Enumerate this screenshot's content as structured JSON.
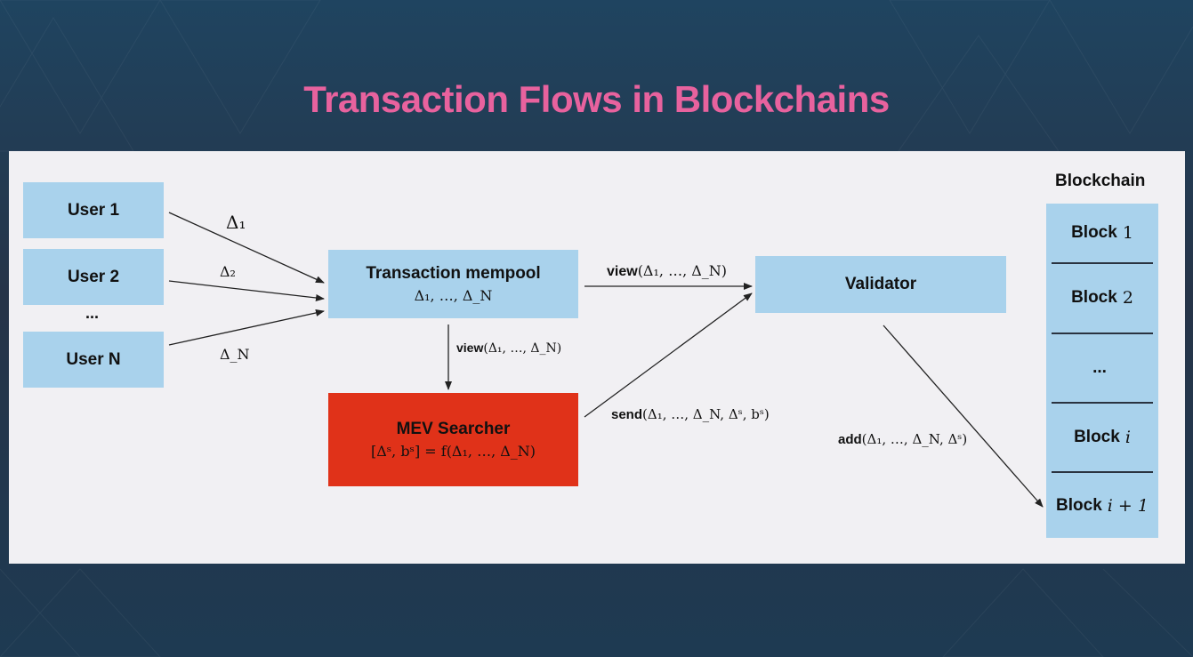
{
  "title": "Transaction Flows in Blockchains",
  "users": [
    {
      "label": "User 1",
      "delta": "Δ₁"
    },
    {
      "label": "User 2",
      "delta": "Δ₂"
    },
    {
      "label": "User N",
      "delta": "Δ_N"
    }
  ],
  "users_ellipsis": "...",
  "mempool": {
    "title": "Transaction mempool",
    "formula": "Δ₁, …, Δ_N"
  },
  "searcher": {
    "title": "MEV Searcher",
    "formula": "[Δˢ, bˢ] = f(Δ₁, …, Δ_N)"
  },
  "validator": {
    "title": "Validator"
  },
  "edges": {
    "mempool_to_validator": {
      "fn": "view",
      "args": "(Δ₁, …, Δ_N)"
    },
    "mempool_to_searcher": {
      "fn": "view",
      "args": "(Δ₁, …, Δ_N)"
    },
    "searcher_to_validator": {
      "fn": "send",
      "args": "(Δ₁, …, Δ_N, Δˢ, bˢ)"
    },
    "validator_to_chain": {
      "fn": "add",
      "args": "(Δ₁, …, Δ_N, Δˢ)"
    }
  },
  "blockchain": {
    "heading": "Blockchain",
    "blocks": [
      {
        "word": "Block",
        "index": "1"
      },
      {
        "word": "Block",
        "index": "2"
      },
      {
        "word": "...",
        "index": ""
      },
      {
        "word": "Block",
        "index": "i"
      },
      {
        "word": "Block",
        "index": "i + 1"
      }
    ]
  },
  "colors": {
    "title": "#e8629e",
    "box": "#a9d2ec",
    "searcher": "#e03219",
    "panel": "#f1f0f3"
  }
}
